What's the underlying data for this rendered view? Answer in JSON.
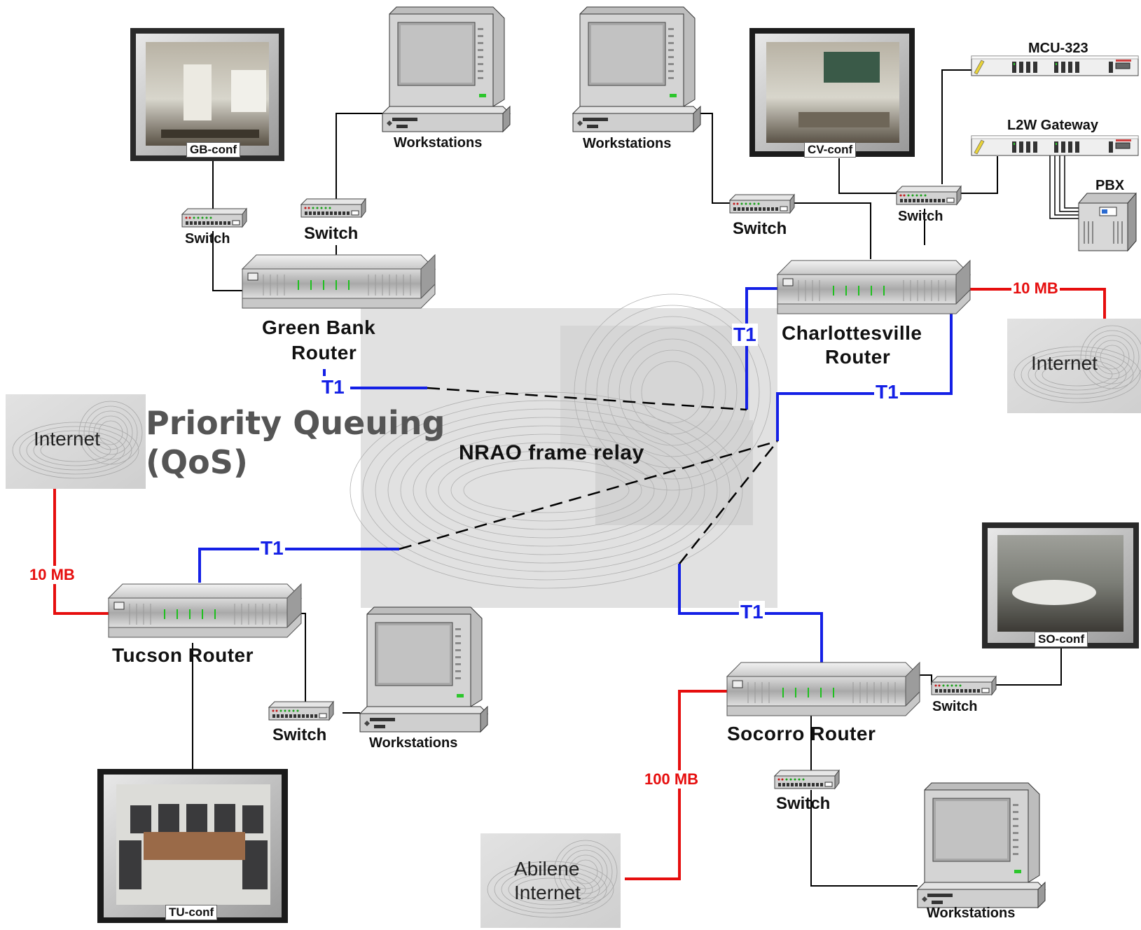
{
  "title": {
    "line1": "Priority Queuing",
    "line2": "(QoS)"
  },
  "cloud_label": "NRAO frame relay",
  "routers": {
    "green_bank": {
      "line1": "Green Bank",
      "line2": "Router"
    },
    "charlottesville": {
      "line1": "Charlottesville",
      "line2": "Router"
    },
    "tucson": "Tucson Router",
    "socorro": "Socorro Router"
  },
  "internet": {
    "left": "Internet",
    "right": "Internet",
    "abilene_line1": "Abilene",
    "abilene_line2": "Internet"
  },
  "links": {
    "t1": "T1",
    "ten_mb": "10 MB",
    "hundred_mb": "100 MB"
  },
  "switch_label": "Switch",
  "workstations_label": "Workstations",
  "conf": {
    "gb": "GB-conf",
    "cv": "CV-conf",
    "so": "SO-conf",
    "tu": "TU-conf"
  },
  "devices": {
    "mcu": "MCU-323",
    "gateway": "L2W Gateway",
    "pbx": "PBX"
  },
  "colors": {
    "t1_link": "#1420e6",
    "internet_link": "#e60e0e",
    "lan_link": "#000000"
  }
}
